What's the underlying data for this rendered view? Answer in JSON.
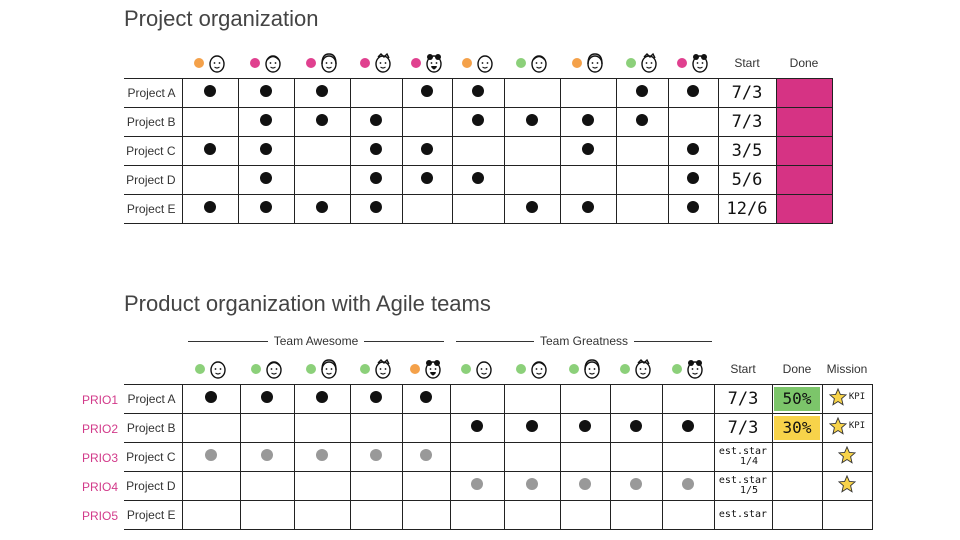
{
  "colors": {
    "orange": "#f4a14a",
    "pink": "#e0408f",
    "green": "#8cd07a",
    "done_pink": "#d63384",
    "done_green": "#7cc56a",
    "done_yellow": "#f7d34a",
    "prio_pink": "#d23a8a",
    "gray_dot": "#999999"
  },
  "section1": {
    "title": "Project organization",
    "header": {
      "start": "Start",
      "done": "Done"
    },
    "people": [
      "orange",
      "pink",
      "pink",
      "pink",
      "pink",
      "orange",
      "green",
      "orange",
      "green",
      "pink"
    ],
    "rows": [
      {
        "label": "Project A",
        "cells": [
          1,
          1,
          1,
          0,
          1,
          1,
          0,
          0,
          1,
          1
        ],
        "start": "7/3"
      },
      {
        "label": "Project B",
        "cells": [
          0,
          1,
          1,
          1,
          0,
          1,
          1,
          1,
          1,
          0
        ],
        "start": "7/3"
      },
      {
        "label": "Project C",
        "cells": [
          1,
          1,
          0,
          1,
          1,
          0,
          0,
          1,
          0,
          1
        ],
        "start": "3/5"
      },
      {
        "label": "Project D",
        "cells": [
          0,
          1,
          0,
          1,
          1,
          1,
          0,
          0,
          0,
          1
        ],
        "start": "5/6"
      },
      {
        "label": "Project E",
        "cells": [
          1,
          1,
          1,
          1,
          0,
          0,
          1,
          1,
          0,
          1
        ],
        "start": "12/6"
      }
    ]
  },
  "section2": {
    "title": "Product organization with Agile teams",
    "teams": {
      "awesome": "Team Awesome",
      "greatness": "Team Greatness"
    },
    "header": {
      "start": "Start",
      "done": "Done",
      "mission": "Mission"
    },
    "people": [
      "green",
      "green",
      "green",
      "green",
      "orange",
      "green",
      "green",
      "green",
      "green",
      "green"
    ],
    "rows": [
      {
        "prio": "PRIO1",
        "label": "Project A",
        "cells": [
          1,
          1,
          1,
          1,
          1,
          0,
          0,
          0,
          0,
          0
        ],
        "start": "7/3",
        "done": "50%",
        "done_color": "green",
        "mission": "KPI"
      },
      {
        "prio": "PRIO2",
        "label": "Project B",
        "cells": [
          0,
          0,
          0,
          0,
          0,
          1,
          1,
          1,
          1,
          1
        ],
        "start": "7/3",
        "done": "30%",
        "done_color": "yellow",
        "mission": "KPI"
      },
      {
        "prio": "PRIO3",
        "label": "Project C",
        "cells": [
          2,
          2,
          2,
          2,
          2,
          0,
          0,
          0,
          0,
          0
        ],
        "start_line1": "est.star",
        "start_line2": "1/4",
        "mission_star": true
      },
      {
        "prio": "PRIO4",
        "label": "Project D",
        "cells": [
          0,
          0,
          0,
          0,
          0,
          2,
          2,
          2,
          2,
          2
        ],
        "start_line1": "est.star",
        "start_line2": "1/5",
        "mission_star": true
      },
      {
        "prio": "PRIO5",
        "label": "Project E",
        "cells": [
          0,
          0,
          0,
          0,
          0,
          0,
          0,
          0,
          0,
          0
        ],
        "start_line1": "est.star",
        "start_line2": ""
      }
    ]
  }
}
